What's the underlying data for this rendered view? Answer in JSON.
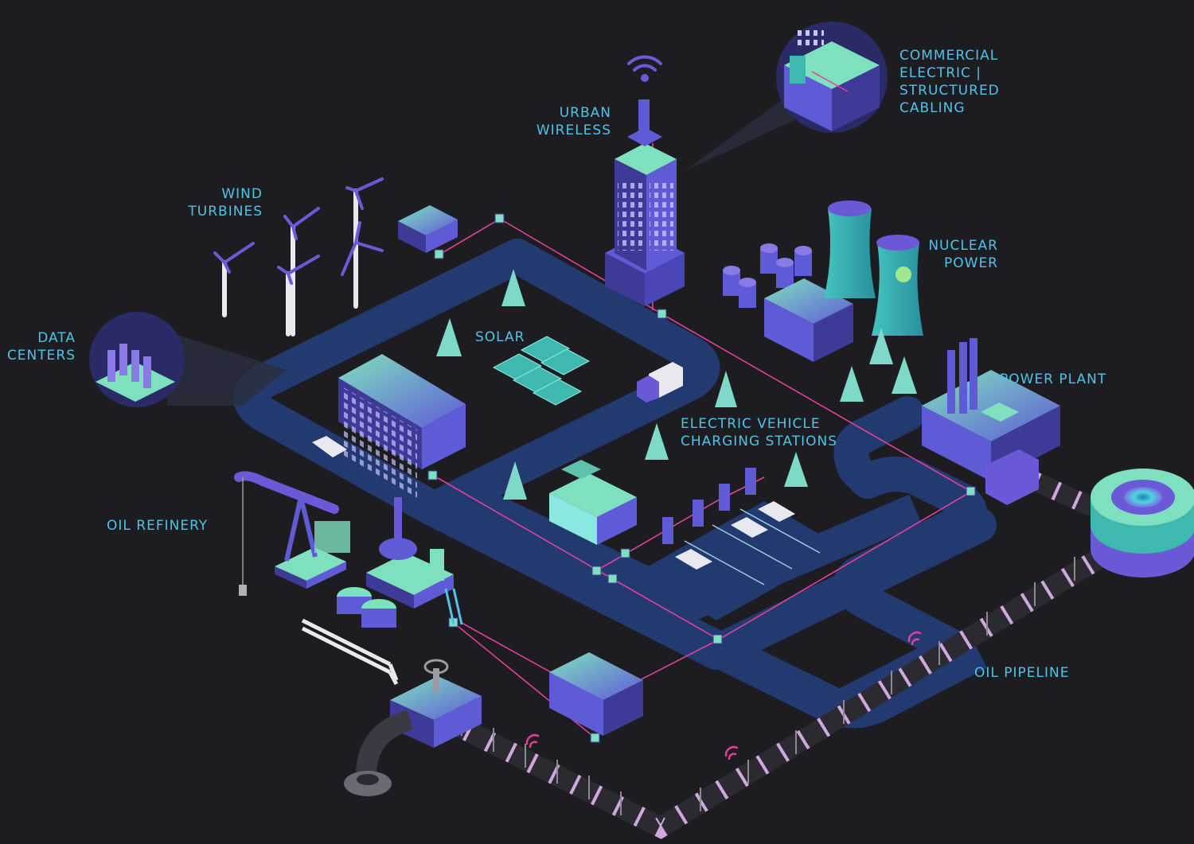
{
  "labels": {
    "urban_wireless": [
      "URBAN",
      "WIRELESS"
    ],
    "commercial": [
      "COMMERCIAL",
      "ELECTRIC |",
      "STRUCTURED",
      "CABLING"
    ],
    "wind_turbines": [
      "WIND",
      "TURBINES"
    ],
    "data_centers": [
      "DATA",
      "CENTERS"
    ],
    "solar": "SOLAR",
    "nuclear_power": [
      "NUCLEAR",
      "POWER"
    ],
    "power_plant": "POWER PLANT",
    "ev_charging": [
      "ELECTRIC VEHICLE",
      "CHARGING STATIONS"
    ],
    "oil_refinery": "OIL REFINERY",
    "oil_pipeline": "OIL PIPELINE"
  },
  "colors": {
    "background": "#1d1d21",
    "label": "#4fc3e8",
    "road": "#233a70",
    "road_inner": "#1d1d21",
    "building_top": "#5f5bd6",
    "building_side": "#3e3a98",
    "building_dark": "#2d2a72",
    "mint": "#7fe0c0",
    "teal": "#3fb8b0",
    "cable": "#e0409a",
    "pipe": "#2a2a30",
    "tree": "#7fd9c8"
  }
}
